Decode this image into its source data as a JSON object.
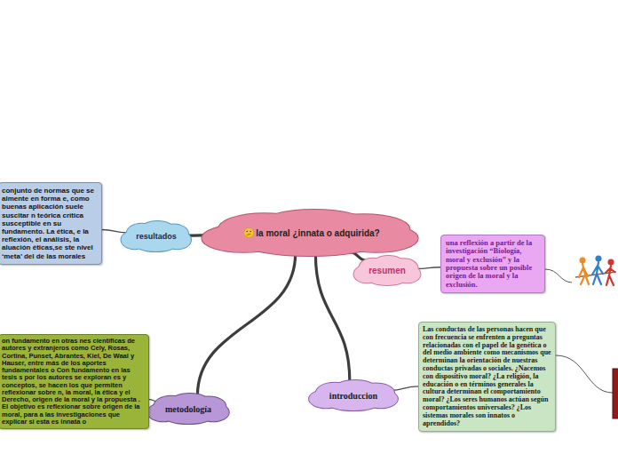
{
  "diagram": {
    "nodes": [
      {
        "text": [
          "la moral ¿innata o adquirida?"
        ]
      },
      {
        "text": [
          "resultados"
        ]
      },
      {
        "text": [
          "conjunto de normas que se almente en forma e, como buenas aplicación suele suscitar n teórica crítica susceptible en su fundamento. La ética, e la reflexión, el análisis, la aluación éticas,se ste nivel ‘meta’ del de las morales"
        ]
      },
      {
        "text": [
          "resumen"
        ]
      },
      {
        "text": [
          "una reflexión a partir de la investigación “Biología, moral y exclusión” y la propuesta sobre un posible origen de la moral y la exclusión."
        ]
      },
      {
        "text": [
          "introduccion"
        ]
      },
      {
        "text": [
          "Las conductas de las personas hacen que con frecuencia se enfrenten a preguntas relacionadas con el papel de la genética o del medio ambiente como mecanismos que determinan la orientación de nuestras conductas privadas o sociales. ¿Nacemos con dispositivo moral? ¿La religión, la educación o en términos generales la cultura determinan el comportamiento moral? ¿Los seres humanos actúan según comportamientos universales? ¿Los sistemas morales son innatos o aprendidos?"
        ]
      },
      {
        "text": [
          "metodología"
        ]
      },
      {
        "text": [
          "on fundamento en otras nes científicas de autores y extranjeros como Cely, Rosas, Cortina, Punset, Abrantes, Kiel, De Waal y Hauser, entre más de los aportes fundamentales o Con fundamento en las tesis s por los autores se exploran es y conceptos, se hacen los que permiten reflexionar sobre n, la moral, la ética y el Derecho, origen de la moral y la propuesta . El objetivo es reflexionar sobre origen de la moral, para a las investigaciones que explicar si esta es innata o"
        ]
      }
    ],
    "edges": [
      {
        "from": 0,
        "to": 1,
        "arrow": "none"
      },
      {
        "from": 1,
        "to": 2,
        "arrow": "none"
      },
      {
        "from": 0,
        "to": 3,
        "arrow": "none"
      },
      {
        "from": 3,
        "to": 4,
        "arrow": "none"
      },
      {
        "from": 0,
        "to": 5,
        "arrow": "none"
      },
      {
        "from": 5,
        "to": 6,
        "arrow": "none"
      },
      {
        "from": 0,
        "to": 7,
        "arrow": "none"
      },
      {
        "from": 7,
        "to": 8,
        "arrow": "none"
      }
    ]
  }
}
